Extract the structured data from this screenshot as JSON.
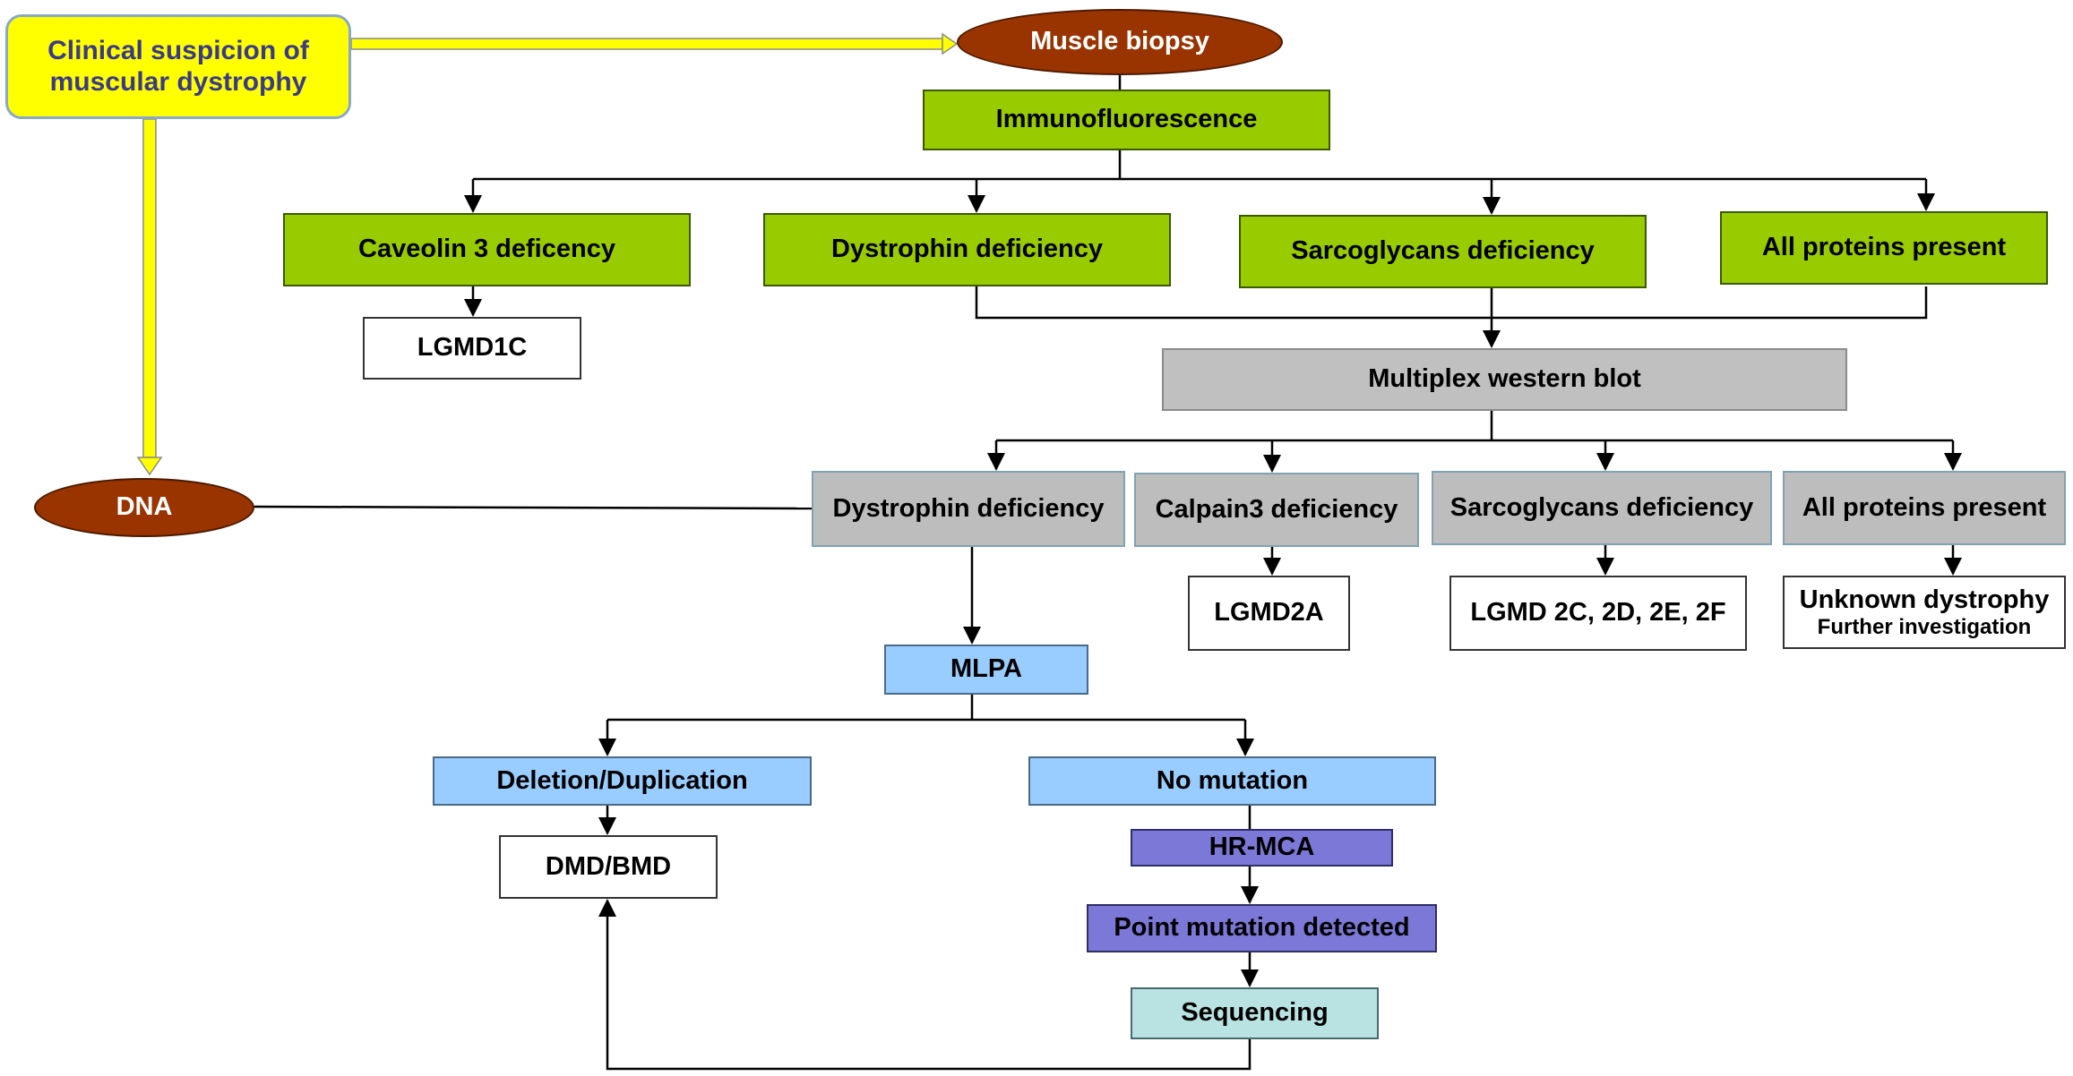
{
  "nodes": {
    "clinical_suspicion": "Clinical suspicion of muscular dystrophy",
    "muscle_biopsy": "Muscle biopsy",
    "immunofluorescence": "Immunofluorescence",
    "caveolin3_deficiency": "Caveolin 3 deficency",
    "dystrophin_deficiency_if": "Dystrophin deficiency",
    "sarcoglycans_deficiency_if": "Sarcoglycans deficiency",
    "all_proteins_present_if": "All proteins present",
    "lgmd1c": "LGMD1C",
    "multiplex_western_blot": "Multiplex western blot",
    "dna": "DNA",
    "dystrophin_deficiency_wb": "Dystrophin deficiency",
    "calpain3_deficiency": "Calpain3 deficiency",
    "sarcoglycans_deficiency_wb": "Sarcoglycans deficiency",
    "all_proteins_present_wb": "All proteins present",
    "lgmd2a": "LGMD2A",
    "lgmd_2c_2d_2e_2f": "LGMD 2C, 2D, 2E, 2F",
    "unknown_dystrophy": "Unknown dystrophy",
    "further_investigation": "Further investigation",
    "mlpa": "MLPA",
    "deletion_duplication": "Deletion/Duplication",
    "no_mutation": "No mutation",
    "dmd_bmd": "DMD/BMD",
    "hr_mca": "HR-MCA",
    "point_mutation_detected": "Point mutation detected",
    "sequencing": "Sequencing"
  },
  "colors": {
    "green": "#99cc00",
    "gray": "#c0c0c0",
    "blue": "#99ccff",
    "purple": "#7b78d8",
    "teal": "#b9e3e3",
    "brown": "#993300",
    "yellow": "#ffff00"
  }
}
